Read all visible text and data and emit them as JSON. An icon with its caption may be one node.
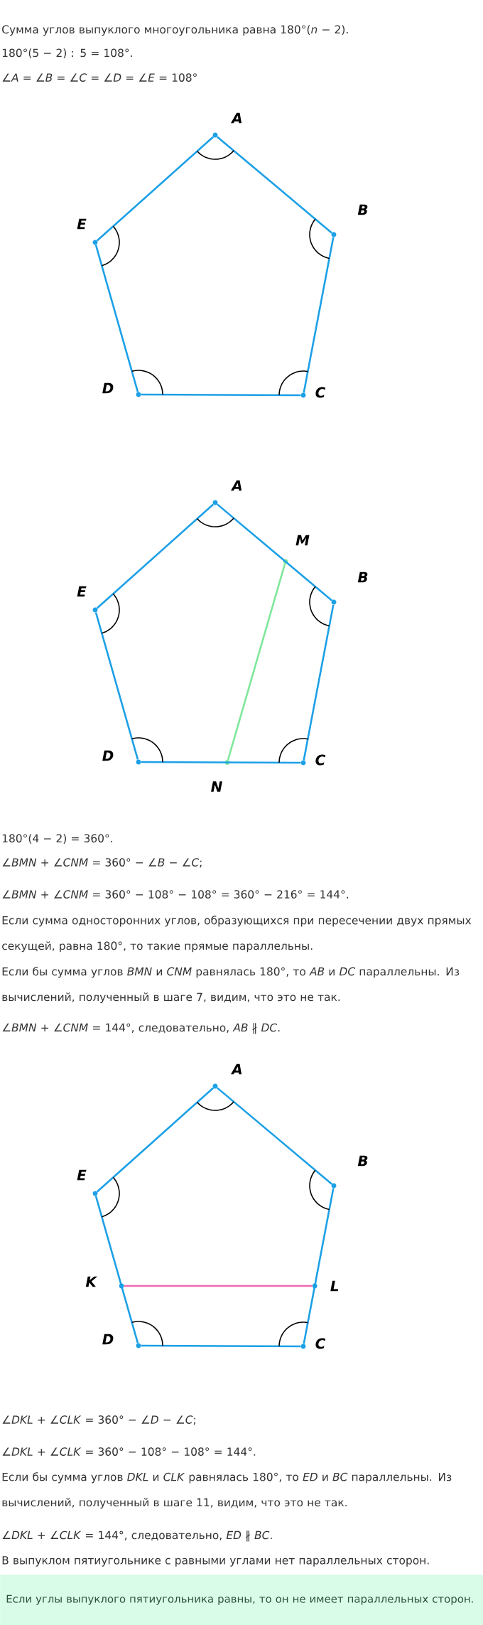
{
  "diagram": {
    "nodes": [
      {
        "text": [
          "A"
        ]
      },
      {
        "text": [
          "B"
        ]
      },
      {
        "text": [
          "C"
        ]
      },
      {
        "text": [
          "D"
        ]
      },
      {
        "text": [
          "E"
        ]
      },
      {
        "text": [
          "A"
        ]
      },
      {
        "text": [
          "M"
        ]
      },
      {
        "text": [
          "B"
        ]
      },
      {
        "text": [
          "C"
        ]
      },
      {
        "text": [
          "N"
        ]
      },
      {
        "text": [
          "D"
        ]
      },
      {
        "text": [
          "E"
        ]
      },
      {
        "text": [
          "A"
        ]
      },
      {
        "text": [
          "B"
        ]
      },
      {
        "text": [
          "L"
        ]
      },
      {
        "text": [
          "C"
        ]
      },
      {
        "text": [
          "D"
        ]
      },
      {
        "text": [
          "K"
        ]
      },
      {
        "text": [
          "E"
        ]
      },
      {
        "text": [
          "Если углы выпуклого пятиугольника равны, то он не имеет параллельных сторон."
        ]
      }
    ],
    "edges": [
      {
        "from": 0,
        "to": 1,
        "arrow": "none"
      },
      {
        "from": 1,
        "to": 2,
        "arrow": "none"
      },
      {
        "from": 2,
        "to": 3,
        "arrow": "none"
      },
      {
        "from": 3,
        "to": 4,
        "arrow": "none"
      },
      {
        "from": 4,
        "to": 0,
        "arrow": "none"
      },
      {
        "from": 5,
        "to": 7,
        "arrow": "none"
      },
      {
        "from": 7,
        "to": 8,
        "arrow": "none"
      },
      {
        "from": 8,
        "to": 10,
        "arrow": "none"
      },
      {
        "from": 10,
        "to": 11,
        "arrow": "none"
      },
      {
        "from": 11,
        "to": 5,
        "arrow": "none"
      },
      {
        "from": 6,
        "to": 9,
        "arrow": "none",
        "color": "#7ee89a"
      },
      {
        "from": 12,
        "to": 13,
        "arrow": "none"
      },
      {
        "from": 13,
        "to": 15,
        "arrow": "none"
      },
      {
        "from": 15,
        "to": 16,
        "arrow": "none"
      },
      {
        "from": 16,
        "to": 18,
        "arrow": "none"
      },
      {
        "from": 18,
        "to": 12,
        "arrow": "none"
      },
      {
        "from": 17,
        "to": 14,
        "arrow": "none",
        "color": "#f06ab4"
      }
    ],
    "labels": [
      "Сумма углов выпуклого многоугольника равна 180°(*n* − 2).",
      "180°(5 − 2) : 5 = 108°.",
      "∠*A* = ∠*B* = ∠*C* = ∠*D* = ∠*E* = 108°",
      "180°(4 − 2) = 360°.",
      "∠*BMN* + ∠*CNM* = 360° − ∠*B* − ∠*C*;",
      "∠*BMN* + ∠*CNM* = 360° − 108° − 108° = 360° − 216° = 144°.",
      "Если сумма односторонних углов, образующихся при пересечении двух прямых секущей, равна 180°, то такие прямые параллельны.",
      "Если бы сумма углов *BMN* и *CNM* равнялась 180°, то *AB* и *DC* параллельны. Из вычислений, полученный в шаге 7, видим, что это не так.",
      "∠*BMN* + ∠*CNM* = 144°, следовательно, *AB* ∦ *DC*.",
      "∠*DKL* + ∠*CLK* = 360° − ∠*D* − ∠*C*;",
      "∠*DKL* + ∠*CLK* = 360° − 108° − 108° = 144°.",
      "Если бы сумма углов *DKL* и *CLK* равнялась 180°, то *ED* и *BC* параллельны. Из вычислений, полученный в шаге 11, видим, что это не так.",
      "∠*DKL* + ∠*CLK* = 144°, следовательно, *ED* ∦ *BC*.",
      "В выпуклом пятиугольнике с равными углами нет параллельных сторон."
    ]
  }
}
